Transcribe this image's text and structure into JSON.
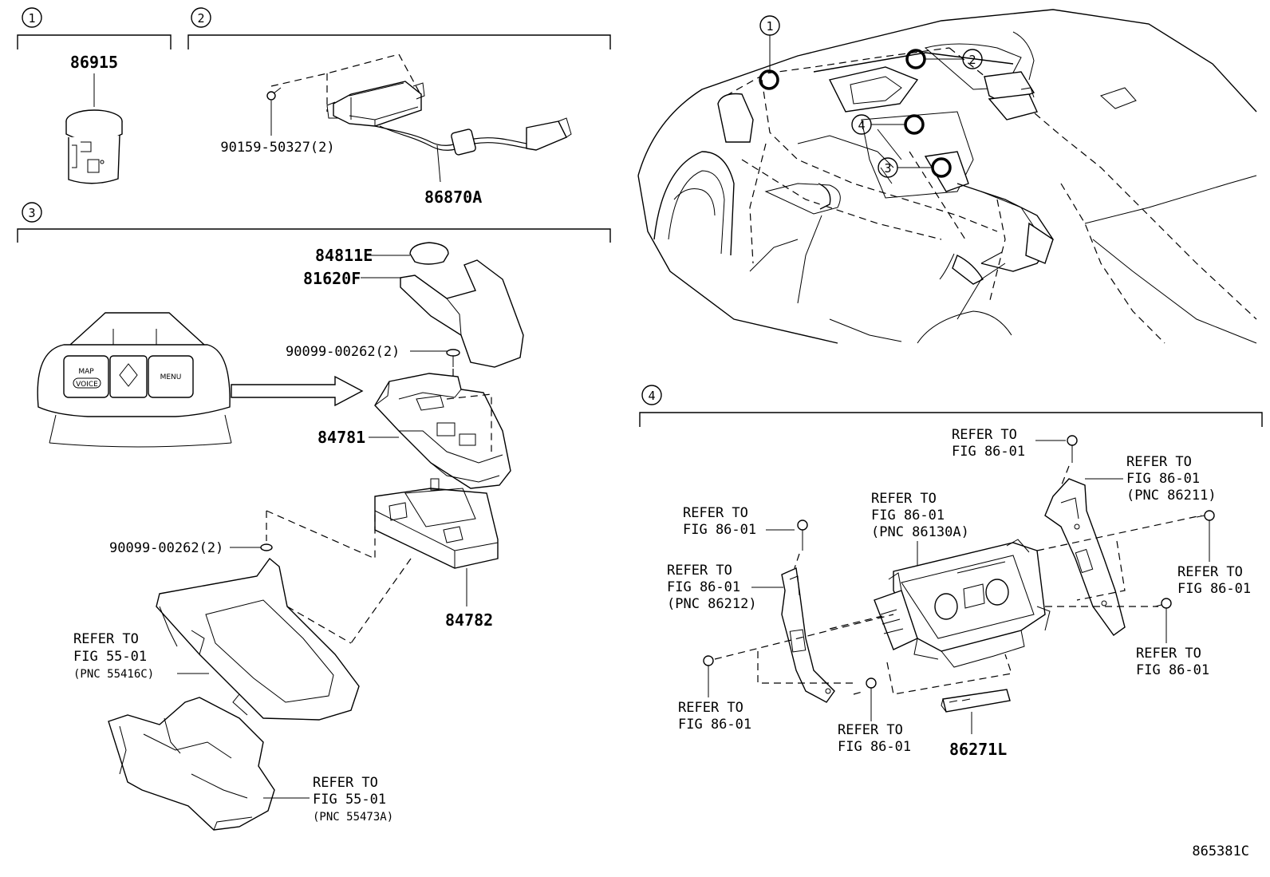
{
  "sections": [
    {
      "id": "1"
    },
    {
      "id": "2"
    },
    {
      "id": "3"
    },
    {
      "id": "4"
    }
  ],
  "callouts": [
    {
      "text": "1"
    },
    {
      "text": "2"
    },
    {
      "text": "3"
    },
    {
      "text": "4"
    }
  ],
  "parts": {
    "p86915": "86915",
    "p90159": "90159-50327(2)",
    "p86870A": "86870A",
    "p84811E": "84811E",
    "p81620F": "81620F",
    "p90099a": "90099-00262(2)",
    "p84781": "84781",
    "p90099b": "90099-00262(2)",
    "p84782": "84782",
    "p86271L": "86271L"
  },
  "refs": {
    "r55_01a": [
      "REFER TO",
      "FIG 55-01",
      "(PNC 55416C)"
    ],
    "r55_01b": [
      "REFER TO",
      "FIG 55-01",
      "(PNC 55473A)"
    ],
    "r86_top": [
      "REFER TO",
      "FIG 86-01"
    ],
    "r86_211": [
      "REFER TO",
      "FIG 86-01",
      "(PNC 86211)"
    ],
    "r86_130A": [
      "REFER TO",
      "FIG 86-01",
      "(PNC 86130A)"
    ],
    "r86_left": [
      "REFER TO",
      "FIG 86-01"
    ],
    "r86_212": [
      "REFER TO",
      "FIG 86-01",
      "(PNC 86212)"
    ],
    "r86_right": [
      "REFER TO",
      "FIG 86-01"
    ],
    "r86_rlow": [
      "REFER TO",
      "FIG 86-01"
    ],
    "r86_blow": [
      "REFER TO",
      "FIG 86-01"
    ],
    "r86_bmid": [
      "REFER TO",
      "FIG 86-01"
    ]
  },
  "switch_labels": {
    "map": "MAP",
    "voice": "VOICE",
    "menu": "MENU"
  },
  "figure_id": "865381C"
}
